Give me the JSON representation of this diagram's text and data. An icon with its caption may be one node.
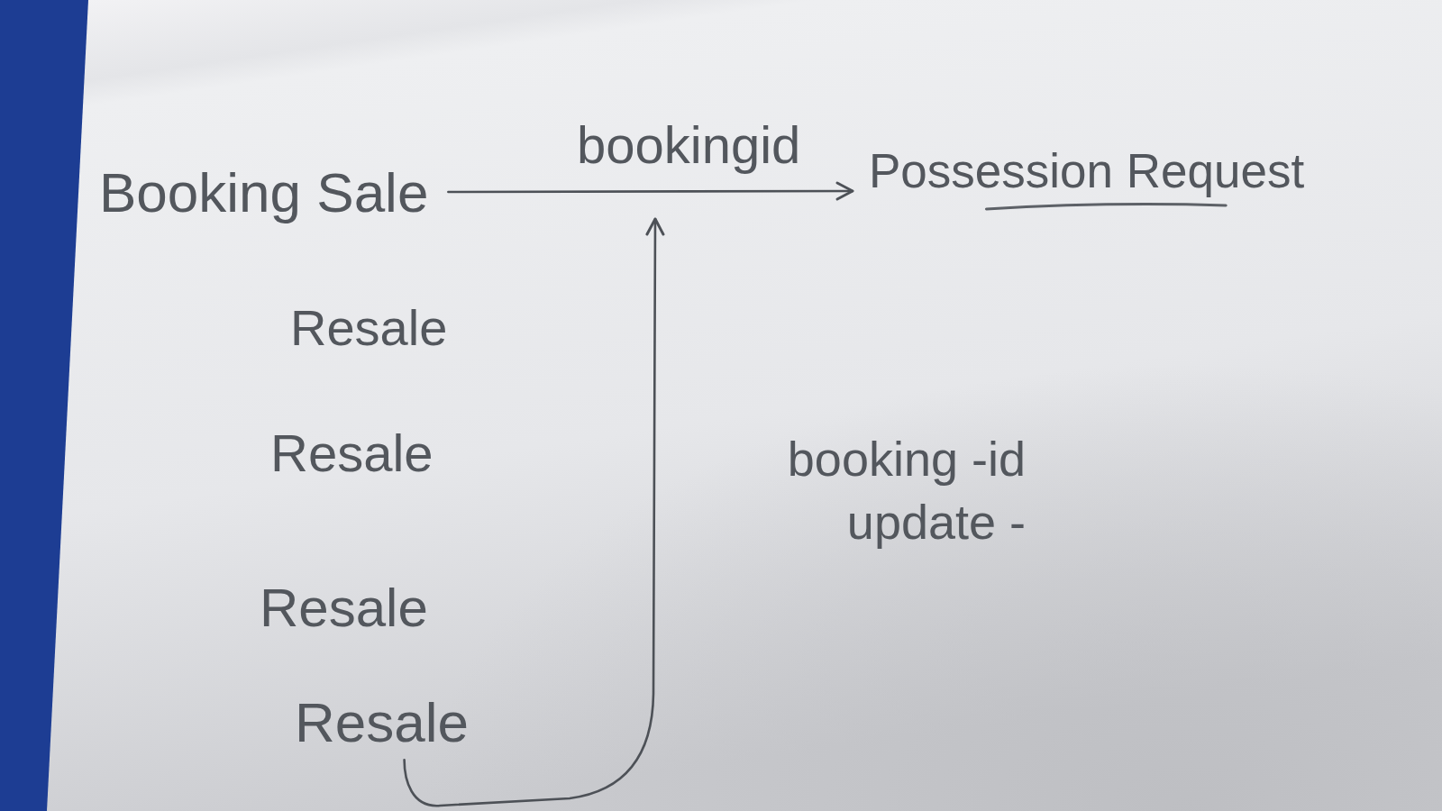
{
  "diagram": {
    "nodes": [
      {
        "text": [
          "Booking Sale"
        ]
      },
      {
        "text": [
          "Possession Request"
        ]
      },
      {
        "text": [
          "Resale"
        ]
      }
    ],
    "edges": [
      {
        "from": 0,
        "to": 1,
        "arrow": "to",
        "label": "bookingid"
      },
      {
        "from": 2,
        "to": null,
        "arrow": "to"
      }
    ],
    "labels": [
      "Resale",
      "Resale",
      "booking -id update -",
      "Resale"
    ]
  }
}
